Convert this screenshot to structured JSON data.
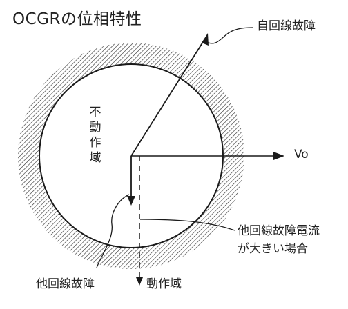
{
  "title": "OCGRの位相特性",
  "labels": {
    "own_line_fault": "自回線故障",
    "vo": "Vo",
    "non_operating": "不動作域",
    "other_line_fault_large_current_1": "他回線故障電流",
    "other_line_fault_large_current_2": "が大きい場合",
    "other_line_fault": "他回線故障",
    "operating": "動作域"
  },
  "colors": {
    "line": "#1a1a1a",
    "hatch": "#333333",
    "background": "#ffffff"
  }
}
